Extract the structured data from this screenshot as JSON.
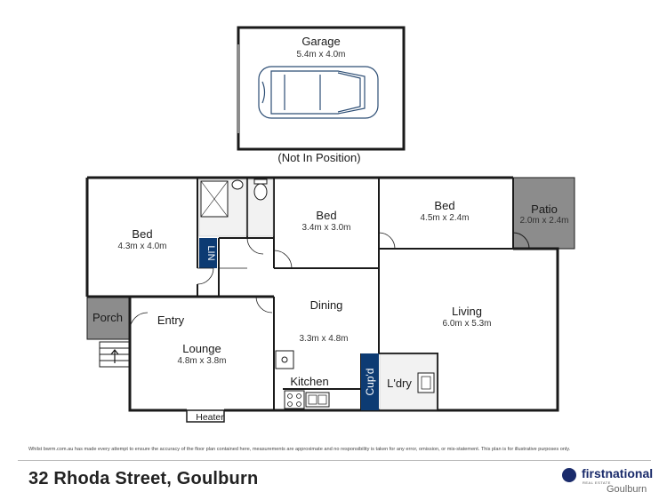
{
  "rooms": {
    "garage": {
      "name": "Garage",
      "dim": "5.4m x 4.0m"
    },
    "bed1": {
      "name": "Bed",
      "dim": "4.3m x 4.0m"
    },
    "bed2": {
      "name": "Bed",
      "dim": "3.4m x 3.0m"
    },
    "bed3": {
      "name": "Bed",
      "dim": "4.5m x 2.4m"
    },
    "patio": {
      "name": "Patio",
      "dim": "2.0m x 2.4m"
    },
    "lounge": {
      "name": "Lounge",
      "dim": "4.8m x 3.8m"
    },
    "dining": {
      "name": "Dining",
      "dim": "3.3m x 4.8m"
    },
    "living": {
      "name": "Living",
      "dim": "6.0m x 5.3m"
    }
  },
  "labels": {
    "not_in_position": "(Not In Position)",
    "lin": "LIN",
    "porch": "Porch",
    "entry": "Entry",
    "kitchen": "Kitchen",
    "cupd": "Cup'd",
    "ldry": "L'dry",
    "heater": "Heater"
  },
  "footer": {
    "disclaimer": "Whilst bwrm.com.au has made every attempt to ensure the accuracy of the floor plan contained here, measurements are approximate and no responsibility is taken for any error, omission, or mis-statement. This plan is for illustrative purposes only.",
    "address": "32 Rhoda Street, Goulburn",
    "brand": "firstnational",
    "brand_tag": "REAL ESTATE",
    "town": "Goulburn"
  },
  "colors": {
    "wall": "#1a1a1a",
    "cupboard": "#0d3b73",
    "patio_fill": "#8c8c8c",
    "porch_fill": "#8c8c8c",
    "brand": "#1a2b6b"
  }
}
